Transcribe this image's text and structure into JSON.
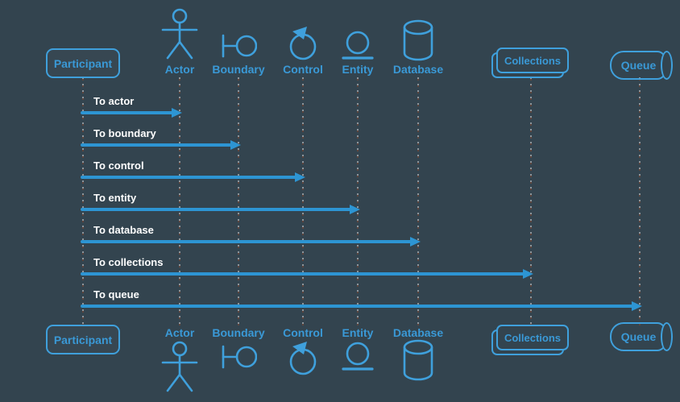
{
  "diagram": {
    "kind": "uml-sequence-diagram",
    "colors": {
      "background": "#33444f",
      "accent_stroke": "#3fa0dc",
      "label_text": "#3a99d6",
      "arrow": "#2d95d3",
      "message_text": "#ffffff",
      "lifeline_dash_gray": "#8d959b",
      "lifeline_dash_brown": "#5f463e"
    }
  },
  "participants": [
    {
      "id": "participant",
      "label": "Participant",
      "icon": "participant-box"
    },
    {
      "id": "actor",
      "label": "Actor",
      "icon": "actor-icon"
    },
    {
      "id": "boundary",
      "label": "Boundary",
      "icon": "boundary-icon"
    },
    {
      "id": "control",
      "label": "Control",
      "icon": "control-icon"
    },
    {
      "id": "entity",
      "label": "Entity",
      "icon": "entity-icon"
    },
    {
      "id": "database",
      "label": "Database",
      "icon": "database-icon"
    },
    {
      "id": "collections",
      "label": "Collections",
      "icon": "collections-box"
    },
    {
      "id": "queue",
      "label": "Queue",
      "icon": "queue-shape"
    }
  ],
  "messages": [
    {
      "from": "participant",
      "to": "actor",
      "label": "To actor"
    },
    {
      "from": "participant",
      "to": "boundary",
      "label": "To boundary"
    },
    {
      "from": "participant",
      "to": "control",
      "label": "To control"
    },
    {
      "from": "participant",
      "to": "entity",
      "label": "To entity"
    },
    {
      "from": "participant",
      "to": "database",
      "label": "To database"
    },
    {
      "from": "participant",
      "to": "collections",
      "label": "To collections"
    },
    {
      "from": "participant",
      "to": "queue",
      "label": "To queue"
    }
  ]
}
